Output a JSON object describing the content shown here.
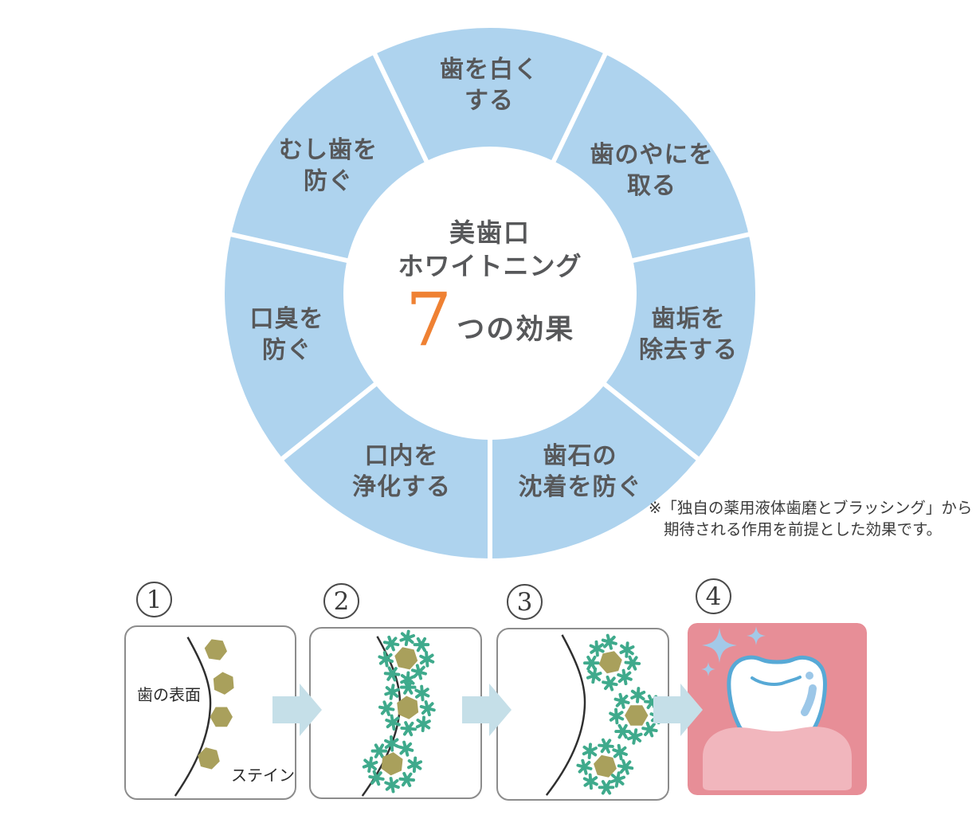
{
  "donut": {
    "center": {
      "brand": "美歯口",
      "line2": "ホワイトニング",
      "number": "7",
      "suffix": "つの効果"
    },
    "segments": [
      {
        "id": "whiten-teeth",
        "lines": [
          "歯を白く",
          "する"
        ]
      },
      {
        "id": "remove-tar",
        "lines": [
          "歯のやにを",
          "取る"
        ]
      },
      {
        "id": "remove-plaque",
        "lines": [
          "歯垢を",
          "除去する"
        ]
      },
      {
        "id": "prevent-tartar",
        "lines": [
          "歯石の",
          "沈着を防ぐ"
        ]
      },
      {
        "id": "purify-mouth",
        "lines": [
          "口内を",
          "浄化する"
        ]
      },
      {
        "id": "prevent-bad-breath",
        "lines": [
          "口臭を",
          "防ぐ"
        ]
      },
      {
        "id": "prevent-cavities",
        "lines": [
          "むし歯を",
          "防ぐ"
        ]
      }
    ]
  },
  "footnote": {
    "line1": "※「独自の薬用液体歯磨とブラッシング」から",
    "line2": "期待される作用を前提とした効果です。"
  },
  "process": {
    "steps": [
      {
        "number": "1",
        "label_surface": "歯の表面",
        "label_stain": "ステイン"
      },
      {
        "number": "2"
      },
      {
        "number": "3"
      },
      {
        "number": "4"
      }
    ]
  },
  "colors": {
    "ring_blue": "#aed3ee",
    "accent_orange": "#ef8133",
    "text_gray": "#57585a",
    "stain_olive": "#a9a05c",
    "agent_green": "#3faa8c",
    "arrow_blue": "#c5dfe8",
    "panel_pink": "#e78e97",
    "gum_pink": "#f1b6bd",
    "tooth_outline": "#57a9d6",
    "tooth_highlight": "#9cc7e8",
    "sparkle_blue": "#a3c9e8"
  }
}
